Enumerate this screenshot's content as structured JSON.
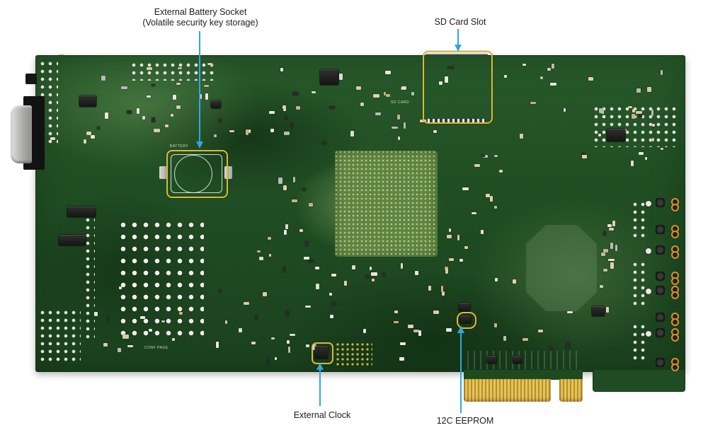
{
  "annotations": {
    "battery_socket": {
      "line1": "External Battery Socket",
      "line2": "(Volatile security key storage)"
    },
    "sd_card": {
      "label": "SD Card Slot"
    },
    "external_clock": {
      "label": "External Clock"
    },
    "eeprom": {
      "label": "12C EEPROM"
    }
  },
  "silkscreen": {
    "battery": "BATTERY",
    "sd_card": "SD CARD",
    "conf_page": "CONF PAGE"
  },
  "colors": {
    "arrow": "#2FA8E1",
    "highlight": "#DCBA3A",
    "gold": "#D2A63C",
    "board_dark": "#1B3F1E",
    "board_mid": "#245724",
    "board_light": "#4E8A4A",
    "background": "#FFFFFF"
  }
}
